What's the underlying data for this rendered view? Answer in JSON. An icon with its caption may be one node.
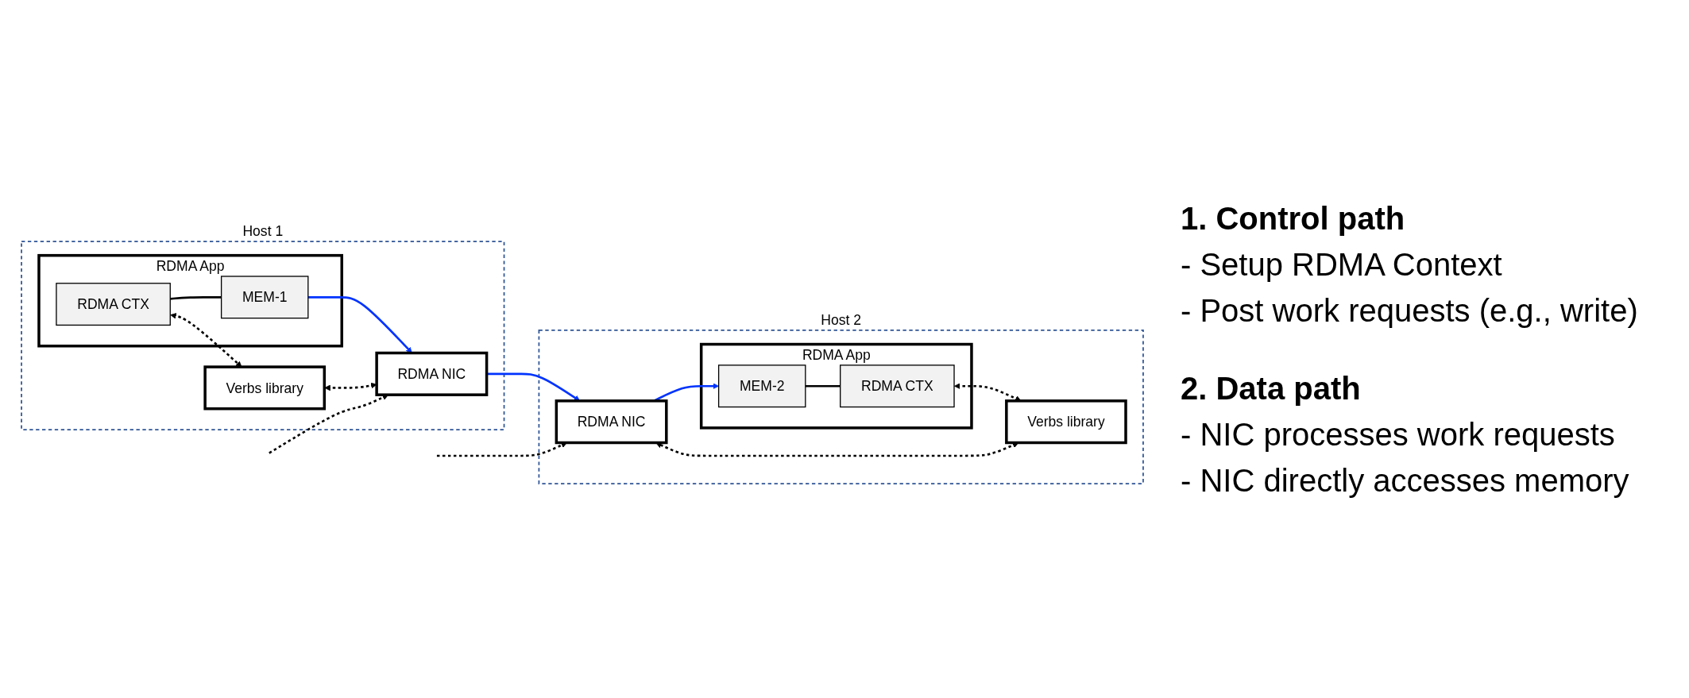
{
  "diagram": {
    "nodes": [
      {
        "text": [
          "Host 1"
        ]
      },
      {
        "text": [
          "RDMA App"
        ],
        "in": 0
      },
      {
        "text": [
          "RDMA CTX"
        ],
        "in": 1
      },
      {
        "text": [
          "MEM-1"
        ],
        "in": 1
      },
      {
        "text": [
          "Verbs library"
        ],
        "in": 0
      },
      {
        "text": [
          "RDMA NIC"
        ],
        "in": 0
      },
      {
        "text": [
          "Host 2"
        ]
      },
      {
        "text": [
          "RDMA App"
        ],
        "in": 6
      },
      {
        "text": [
          "MEM-2"
        ],
        "in": 7
      },
      {
        "text": [
          "RDMA CTX"
        ],
        "in": 7
      },
      {
        "text": [
          "Verbs library"
        ],
        "in": 6
      },
      {
        "text": [
          "RDMA NIC"
        ],
        "in": 6
      }
    ],
    "edges": [
      {
        "from": 2,
        "to": 3,
        "arrow": "none"
      },
      {
        "from": 2,
        "to": 4,
        "arrow": "both",
        "style": "dashed"
      },
      {
        "from": 3,
        "to": 5,
        "arrow": "to",
        "color": "#0033ff"
      },
      {
        "from": 4,
        "to": 5,
        "arrow": "both",
        "style": "dashed"
      },
      {
        "from": null,
        "to": 5,
        "arrow": "to",
        "style": "dashed"
      },
      {
        "from": 5,
        "to": 11,
        "arrow": "to",
        "color": "#0033ff"
      },
      {
        "from": 8,
        "to": 9,
        "arrow": "none"
      },
      {
        "from": 11,
        "to": 8,
        "arrow": "to",
        "color": "#0033ff"
      },
      {
        "from": 9,
        "to": 10,
        "arrow": "both",
        "style": "dashed"
      },
      {
        "from": 10,
        "to": 11,
        "arrow": "both",
        "style": "dashed"
      },
      {
        "from": null,
        "to": 11,
        "arrow": "to",
        "style": "dashed"
      }
    ],
    "labels": [
      "1. Control path",
      "- Setup RDMA Context",
      "- Post work requests (e.g., write)",
      "2. Data path",
      "- NIC processes work requests",
      "- NIC directly accesses memory"
    ]
  }
}
